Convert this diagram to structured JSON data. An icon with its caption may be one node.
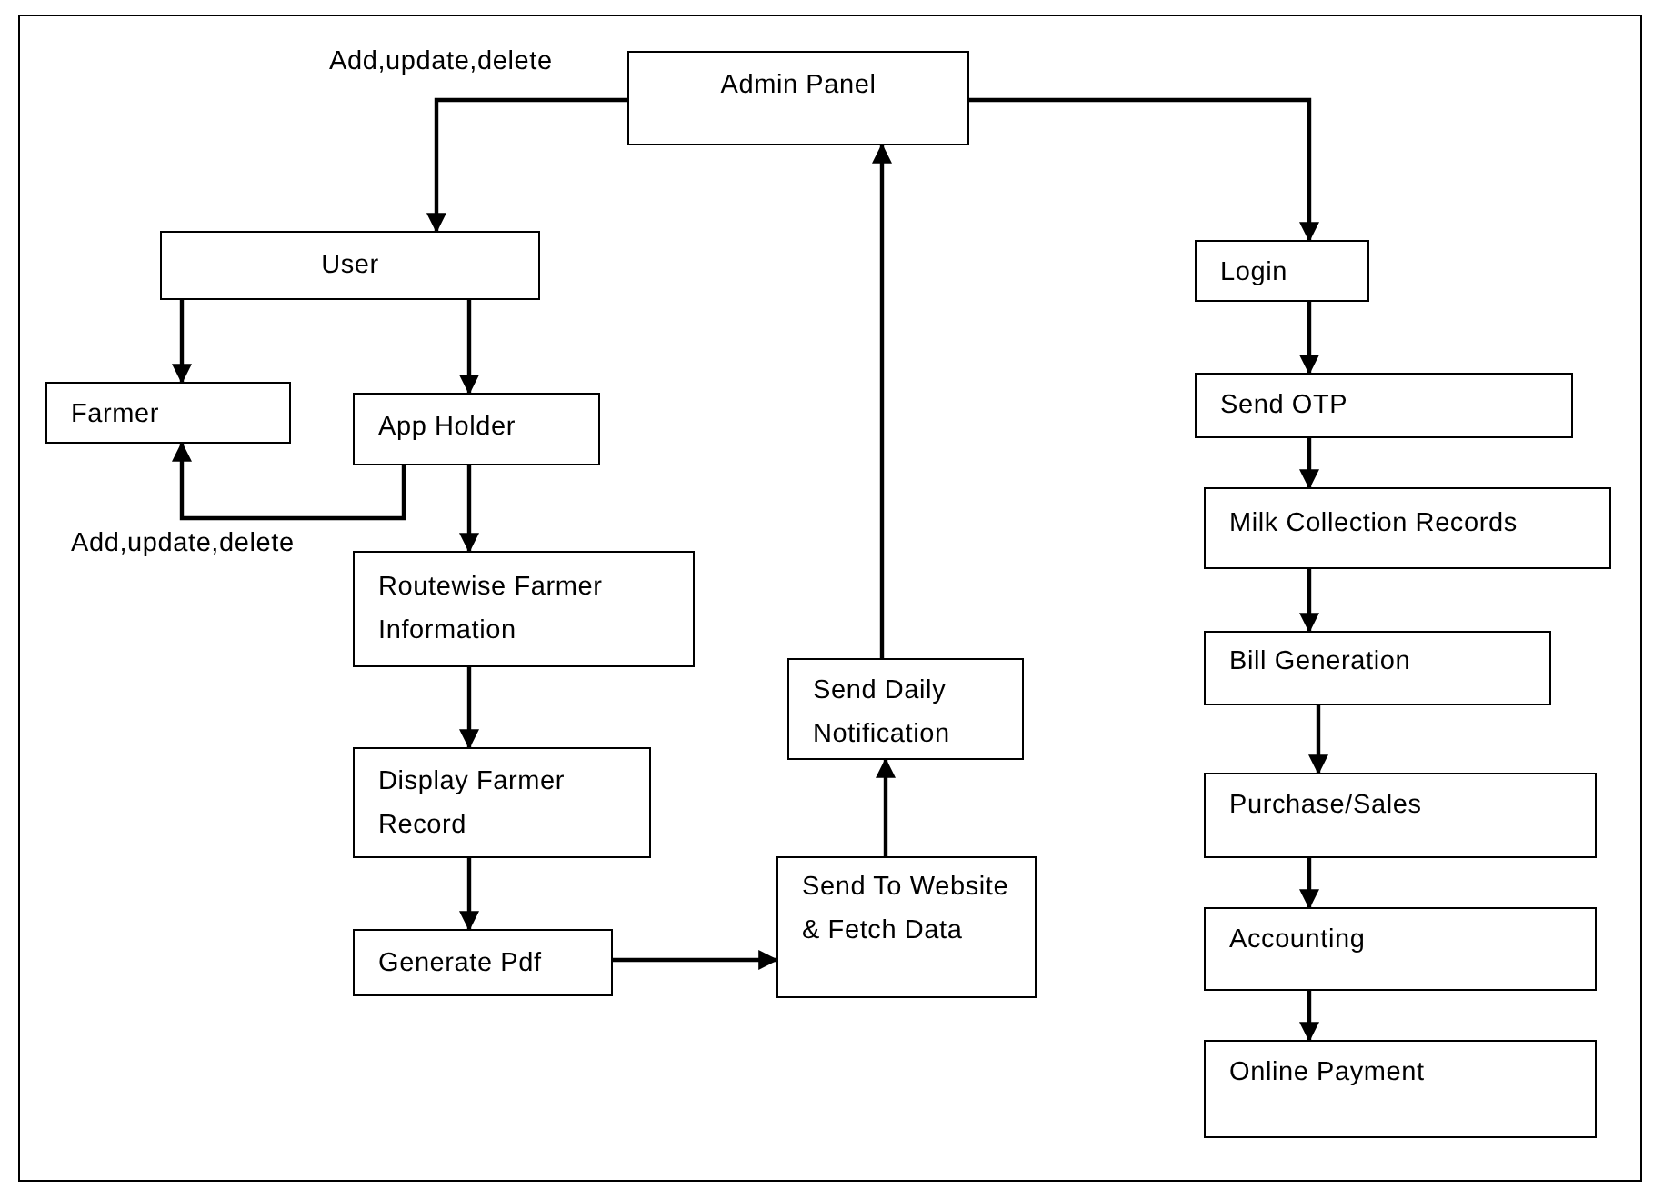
{
  "diagram": {
    "nodes": [
      {
        "text": [
          "Admin Panel"
        ]
      },
      {
        "text": [
          "User"
        ]
      },
      {
        "text": [
          "Farmer"
        ]
      },
      {
        "text": [
          "App Holder"
        ]
      },
      {
        "text": [
          "Routewise Farmer Information"
        ]
      },
      {
        "text": [
          "Display Farmer Record"
        ]
      },
      {
        "text": [
          "Generate Pdf"
        ]
      },
      {
        "text": [
          "Send To Website & Fetch Data"
        ]
      },
      {
        "text": [
          "Send Daily Notification"
        ]
      },
      {
        "text": [
          "Login"
        ]
      },
      {
        "text": [
          "Send OTP"
        ]
      },
      {
        "text": [
          "Milk Collection Records"
        ]
      },
      {
        "text": [
          "Bill Generation"
        ]
      },
      {
        "text": [
          "Purchase/Sales"
        ]
      },
      {
        "text": [
          "Accounting"
        ]
      },
      {
        "text": [
          "Online Payment"
        ]
      }
    ],
    "edges": [
      {
        "from": 0,
        "to": 1,
        "arrow": "to",
        "label": "Add,update,delete"
      },
      {
        "from": 0,
        "to": 9,
        "arrow": "to"
      },
      {
        "from": 1,
        "to": 2,
        "arrow": "to"
      },
      {
        "from": 1,
        "to": 3,
        "arrow": "to"
      },
      {
        "from": 3,
        "to": 2,
        "arrow": "to",
        "label": "Add,update,delete"
      },
      {
        "from": 3,
        "to": 4,
        "arrow": "to"
      },
      {
        "from": 4,
        "to": 5,
        "arrow": "to"
      },
      {
        "from": 5,
        "to": 6,
        "arrow": "to"
      },
      {
        "from": 6,
        "to": 7,
        "arrow": "to"
      },
      {
        "from": 7,
        "to": 8,
        "arrow": "to"
      },
      {
        "from": 8,
        "to": 0,
        "arrow": "to"
      },
      {
        "from": 9,
        "to": 10,
        "arrow": "to"
      },
      {
        "from": 10,
        "to": 11,
        "arrow": "to"
      },
      {
        "from": 11,
        "to": 12,
        "arrow": "to"
      },
      {
        "from": 12,
        "to": 13,
        "arrow": "to"
      },
      {
        "from": 13,
        "to": 14,
        "arrow": "to"
      },
      {
        "from": 14,
        "to": 15,
        "arrow": "to"
      }
    ]
  }
}
